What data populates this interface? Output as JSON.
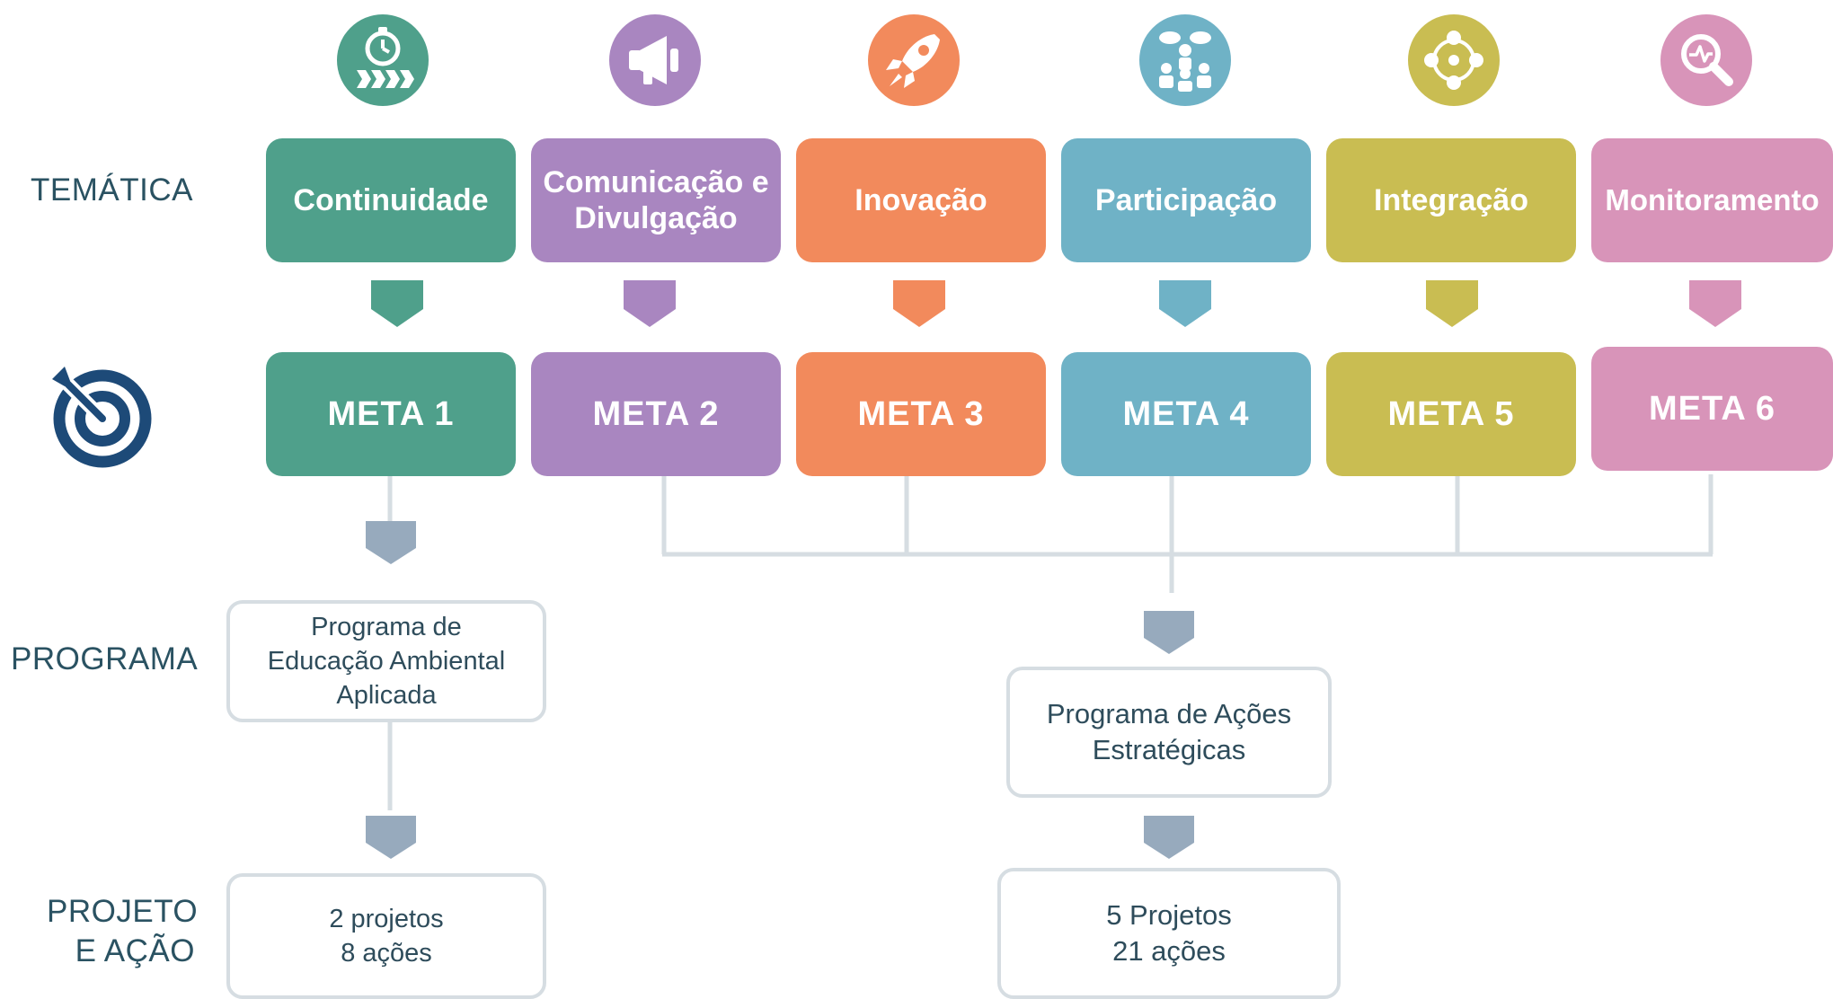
{
  "row_labels": {
    "tematica": "TEMÁTICA",
    "programa": "PROGRAMA",
    "projeto_line1": "PROJETO",
    "projeto_line2": "E AÇÃO"
  },
  "themes": [
    {
      "icon": "stopwatch-progress-icon",
      "title_line1": "Continuidade",
      "title_line2": "",
      "meta": "META 1",
      "color": "#4fa08b"
    },
    {
      "icon": "megaphone-icon",
      "title_line1": "Comunicação e",
      "title_line2": "Divulgação",
      "meta": "META 2",
      "color": "#a986c0"
    },
    {
      "icon": "rocket-icon",
      "title_line1": "Inovação",
      "title_line2": "",
      "meta": "META 3",
      "color": "#f28a5c"
    },
    {
      "icon": "participation-crowd-icon",
      "title_line1": "Participação",
      "title_line2": "",
      "meta": "META 4",
      "color": "#6fb2c6"
    },
    {
      "icon": "integration-network-icon",
      "title_line1": "Integração",
      "title_line2": "",
      "meta": "META 5",
      "color": "#c9bd52"
    },
    {
      "icon": "monitoring-magnifier-icon",
      "title_line1": "Monitoramento",
      "title_line2": "",
      "meta": "META 6",
      "color": "#d894b9"
    }
  ],
  "target_icon": "target-icon",
  "programs": {
    "left": {
      "line1": "Programa de",
      "line2": "Educação Ambiental",
      "line3": "Aplicada"
    },
    "right": {
      "line1": "Programa de Ações",
      "line2": "Estratégicas"
    }
  },
  "projects": {
    "left": {
      "line1": "2 projetos",
      "line2": "8 ações"
    },
    "right": {
      "line1": "5 Projetos",
      "line2": "21 ações"
    }
  },
  "colors": {
    "connector_grey": "#d6dde2",
    "arrow_grey": "#97aabd",
    "label_text": "#2a5262",
    "target_navy": "#1d4a78"
  }
}
